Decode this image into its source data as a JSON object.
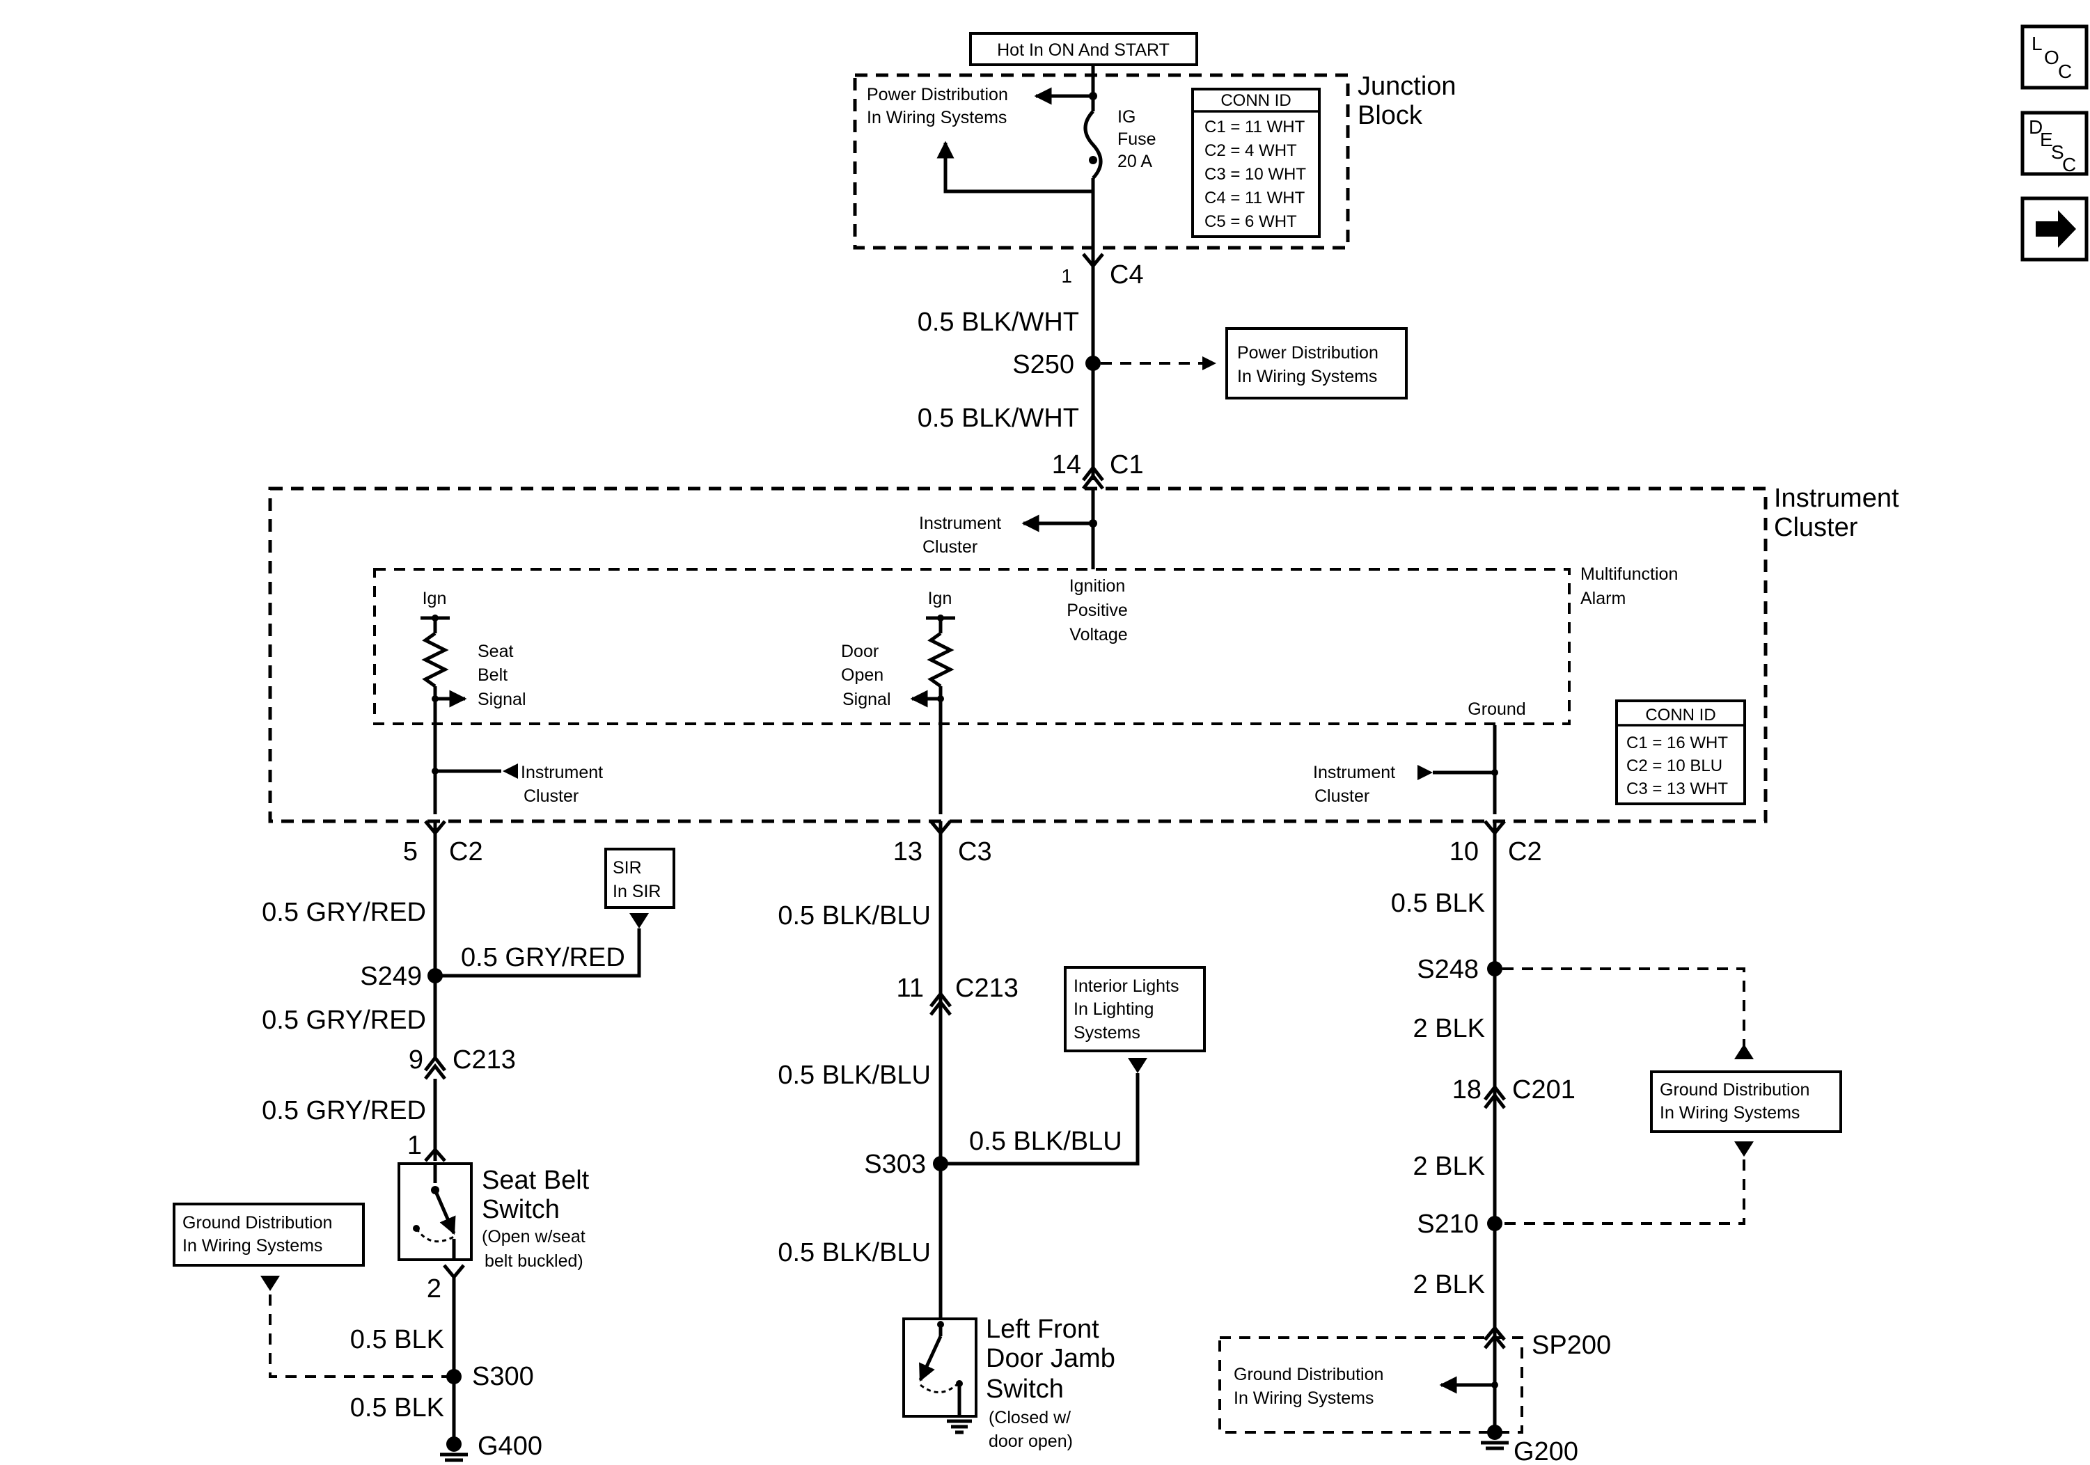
{
  "junction_block": {
    "supply_label": "Hot In ON And START",
    "title_line1": "Junction",
    "title_line2": "Block",
    "pd_line1": "Power Distribution",
    "pd_line2": "In Wiring Systems",
    "fuse_line1": "IG",
    "fuse_line2": "Fuse",
    "fuse_line3": "20 A",
    "conn_title": "CONN ID",
    "conn": [
      "C1 = 11 WHT",
      "C2 = 4 WHT",
      "C3 = 10 WHT",
      "C4 = 11 WHT",
      "C5 = 6 WHT"
    ],
    "out_pin": "1",
    "out_conn": "C4"
  },
  "feed": {
    "wire_upper": "0.5 BLK/WHT",
    "splice": "S250",
    "pd_line1": "Power Distribution",
    "pd_line2": "In Wiring Systems",
    "wire_lower": "0.5 BLK/WHT",
    "ic_pin": "14",
    "ic_conn": "C1"
  },
  "instrument_cluster": {
    "title_line1": "Instrument",
    "title_line2": "Cluster",
    "ic_ref_line1": "Instrument",
    "ic_ref_line2": "Cluster",
    "ign_pos_line1": "Ignition",
    "ign_pos_line2": "Positive",
    "ign_pos_line3": "Voltage",
    "mfa_line1": "Multifunction",
    "mfa_line2": "Alarm",
    "ign1": "Ign",
    "seat_sig_line1": "Seat",
    "seat_sig_line2": "Belt",
    "seat_sig_line3": "Signal",
    "ign2": "Ign",
    "door_sig_line1": "Door",
    "door_sig_line2": "Open",
    "door_sig_line3": "Signal",
    "ground": "Ground",
    "ic_left_line1": "Instrument",
    "ic_left_line2": "Cluster",
    "ic_right_line1": "Instrument",
    "ic_right_line2": "Cluster",
    "conn_title": "CONN ID",
    "conn": [
      "C1 = 16 WHT",
      "C2 = 10 BLU",
      "C3 = 13 WHT"
    ]
  },
  "seat_belt_circuit": {
    "pin": "5",
    "conn": "C2",
    "wire1": "0.5 GRY/RED",
    "sir_line1": "SIR",
    "sir_line2": "In SIR",
    "splice": "S249",
    "branch_wire": "0.5 GRY/RED",
    "wire2": "0.5 GRY/RED",
    "c213_pin": "9",
    "c213": "C213",
    "wire3": "0.5 GRY/RED",
    "sw_pin_top": "1",
    "switch_line1": "Seat Belt",
    "switch_line2": "Switch",
    "switch_note1": "(Open w/seat",
    "switch_note2": "belt buckled)",
    "sw_pin_bottom": "2",
    "gd_line1": "Ground Distribution",
    "gd_line2": "In Wiring Systems",
    "wire4": "0.5 BLK",
    "splice2": "S300",
    "wire5": "0.5 BLK",
    "ground": "G400"
  },
  "door_circuit": {
    "pin": "13",
    "conn": "C3",
    "wire1": "0.5 BLK/BLU",
    "c213_pin": "11",
    "c213": "C213",
    "il_line1": "Interior Lights",
    "il_line2": "In Lighting",
    "il_line3": "Systems",
    "wire2": "0.5 BLK/BLU",
    "branch_wire": "0.5 BLK/BLU",
    "splice": "S303",
    "wire3": "0.5 BLK/BLU",
    "switch_line1": "Left Front",
    "switch_line2": "Door Jamb",
    "switch_line3": "Switch",
    "switch_note1": "(Closed w/",
    "switch_note2": "door open)"
  },
  "ground_circuit": {
    "pin": "10",
    "conn": "C2",
    "wire1": "0.5 BLK",
    "splice1": "S248",
    "wire2": "2 BLK",
    "c201_pin": "18",
    "c201": "C201",
    "gd_line1": "Ground Distribution",
    "gd_line2": "In Wiring Systems",
    "wire3": "2 BLK",
    "splice2": "S210",
    "wire4": "2 BLK",
    "sp": "SP200",
    "gd2_line1": "Ground Distribution",
    "gd2_line2": "In Wiring Systems",
    "ground": "G200"
  },
  "nav": {
    "loc_l": "L",
    "loc_o": "O",
    "loc_c": "C",
    "desc_d": "D",
    "desc_e": "E",
    "desc_s": "S",
    "desc_c": "C"
  }
}
